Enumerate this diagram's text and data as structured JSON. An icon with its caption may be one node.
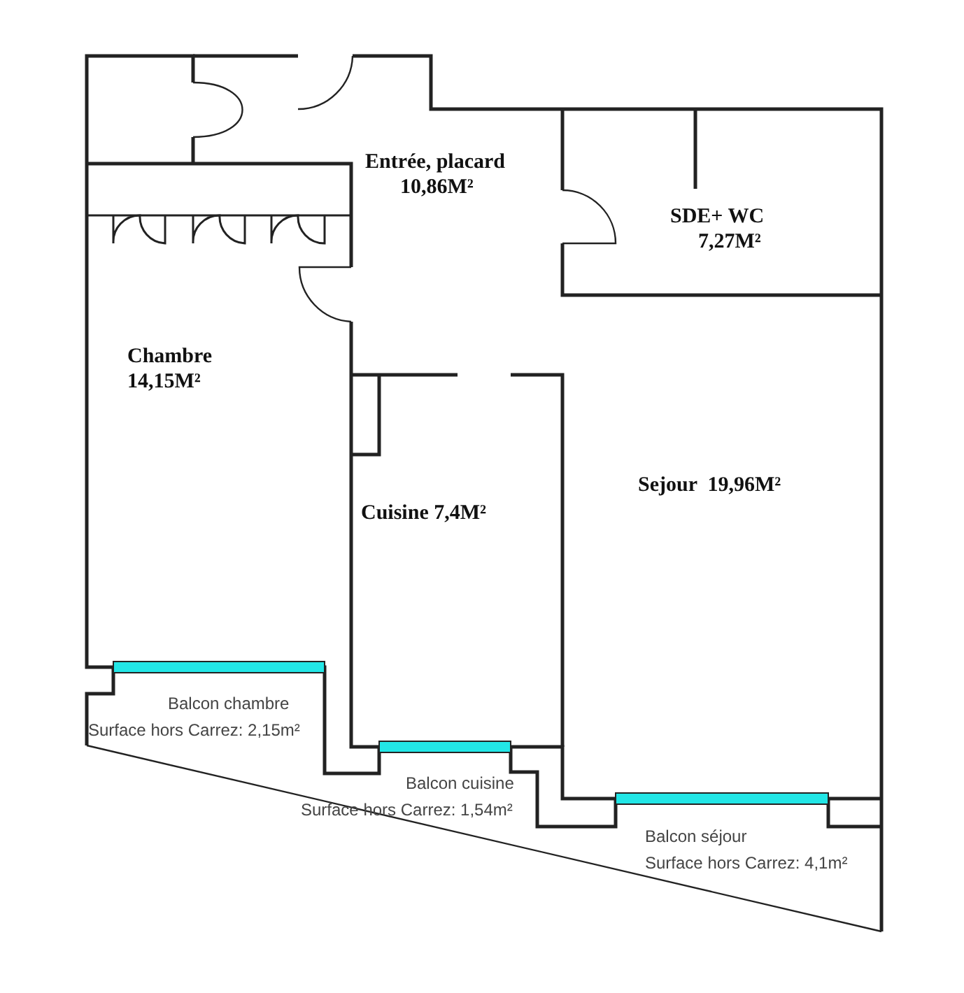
{
  "diagram": {
    "labels": [
      "Entrée, placard",
      "10,86M²",
      "SDE+ WC",
      "7,27M²",
      "Chambre",
      "14,15M²",
      "Sejour  19,96M²",
      "Cuisine 7,4M²",
      "Balcon chambre",
      "Surface hors Carrez: 2,15m²",
      "Balcon cuisine",
      "Surface hors Carrez: 1,54m²",
      "Balcon séjour",
      "Surface hors Carrez: 4,1m²"
    ]
  }
}
